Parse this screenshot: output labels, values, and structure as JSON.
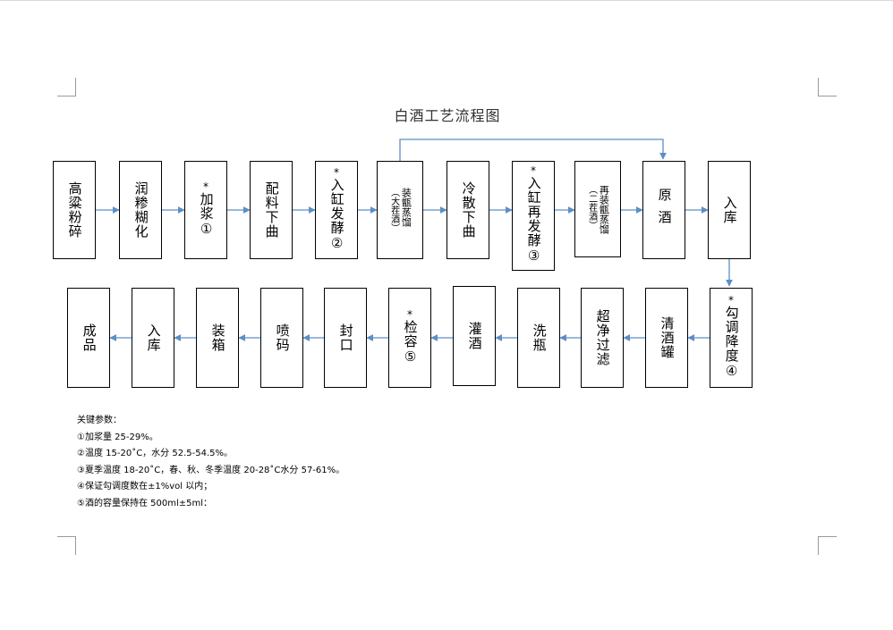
{
  "title": "白酒工艺流程图",
  "colors": {
    "arrow": "#5b8fc6",
    "box_border": "#000000"
  },
  "row1": [
    {
      "label": "高粱粉碎"
    },
    {
      "label": "润糁糊化"
    },
    {
      "label": "加浆①",
      "star": "*"
    },
    {
      "label": "配料下曲"
    },
    {
      "label": "入缸发酵②",
      "star": "*"
    },
    {
      "label": "装甑蒸馏",
      "sub": "（大茬酒）"
    },
    {
      "label": "冷散下曲"
    },
    {
      "label": "入缸再发酵③",
      "star": "*"
    },
    {
      "label": "再装甑蒸馏",
      "sub": "（二茬酒）"
    },
    {
      "label": "原酒"
    },
    {
      "label": "入库"
    }
  ],
  "row2": [
    {
      "label": "成品"
    },
    {
      "label": "入库"
    },
    {
      "label": "装箱"
    },
    {
      "label": "喷码"
    },
    {
      "label": "封口"
    },
    {
      "label": "检容⑤",
      "star": "*"
    },
    {
      "label": "灌酒"
    },
    {
      "label": "洗瓶"
    },
    {
      "label": "超净过滤"
    },
    {
      "label": "清酒罐"
    },
    {
      "label": "勾调降度④",
      "star": "*"
    }
  ],
  "params": {
    "heading": "关键参数：",
    "items": [
      "①加浆量 25-29%。",
      "②温度 15-20˚C，水分 52.5-54.5%。",
      "③夏季温度 18-20˚C，春、秋、冬季温度 20-28˚C水分 57-61%。",
      "④保证勾调度数在±1%vol 以内；",
      "⑤酒的容量保持在 500ml±5ml："
    ]
  }
}
